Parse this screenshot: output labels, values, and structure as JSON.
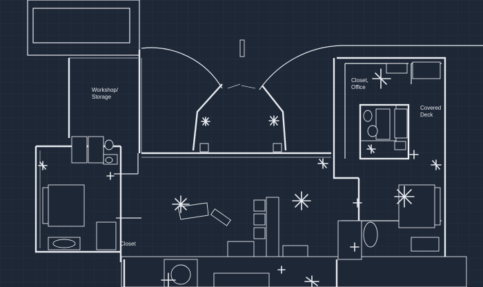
{
  "labels": {
    "workshop": "Workshop/\nStorage",
    "closet_office": "Closet,\nOffice",
    "covered_deck": "Covered\nDeck",
    "closet": "Closet"
  },
  "colors": {
    "background": "#1e2736",
    "grid": "#2a3444",
    "linework": "#e8ebf0"
  }
}
